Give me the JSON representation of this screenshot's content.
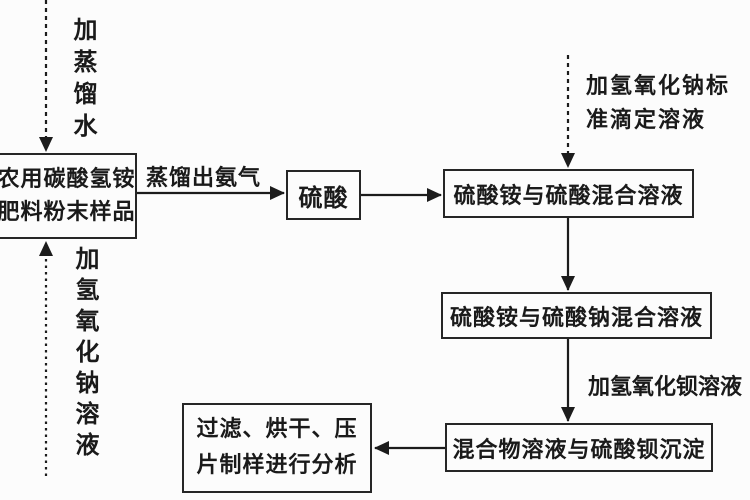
{
  "diagram": {
    "background_color": "#fcfcfc",
    "line_color": "#1c1c1c",
    "nodes": {
      "sample": {
        "lines": [
          "农用碳酸氢铵",
          "肥料粉末样品"
        ]
      },
      "acid": {
        "label": "硫酸"
      },
      "mix1": {
        "label": "硫酸铵与硫酸混合溶液"
      },
      "mix2": {
        "label": "硫酸铵与硫酸钠混合溶液"
      },
      "precipitate": {
        "label": "混合物溶液与硫酸钡沉淀"
      },
      "analysis": {
        "lines": [
          "过滤、烘干、压",
          "片制样进行分析"
        ]
      }
    },
    "edge_labels": {
      "add_distilled_water": "加蒸馏水",
      "add_naoh_solution": "加氢氧化钠溶液",
      "distill_ammonia": "蒸馏出氨气",
      "add_naoh_standard_lines": [
        "加氢氧化钠标",
        "准滴定溶液"
      ],
      "add_baoh_solution": "加氢氧化钡溶液"
    },
    "edges": [
      {
        "from": "加蒸馏水 (external)",
        "to": "sample",
        "style": "dashed",
        "direction": "down"
      },
      {
        "from": "加氢氧化钠溶液 (external)",
        "to": "sample",
        "style": "dotted",
        "direction": "up"
      },
      {
        "from": "sample",
        "to": "acid",
        "style": "solid",
        "label": "蒸馏出氨气",
        "direction": "right"
      },
      {
        "from": "acid",
        "to": "mix1",
        "style": "solid",
        "direction": "right"
      },
      {
        "from": "加氢氧化钠标准滴定溶液 (external)",
        "to": "mix1",
        "style": "dashed",
        "direction": "down"
      },
      {
        "from": "mix1",
        "to": "mix2",
        "style": "solid",
        "direction": "down"
      },
      {
        "from": "mix2",
        "to": "precipitate",
        "style": "solid",
        "label": "加氢氧化钡溶液",
        "direction": "down"
      },
      {
        "from": "precipitate",
        "to": "analysis",
        "style": "solid",
        "direction": "left"
      }
    ]
  }
}
